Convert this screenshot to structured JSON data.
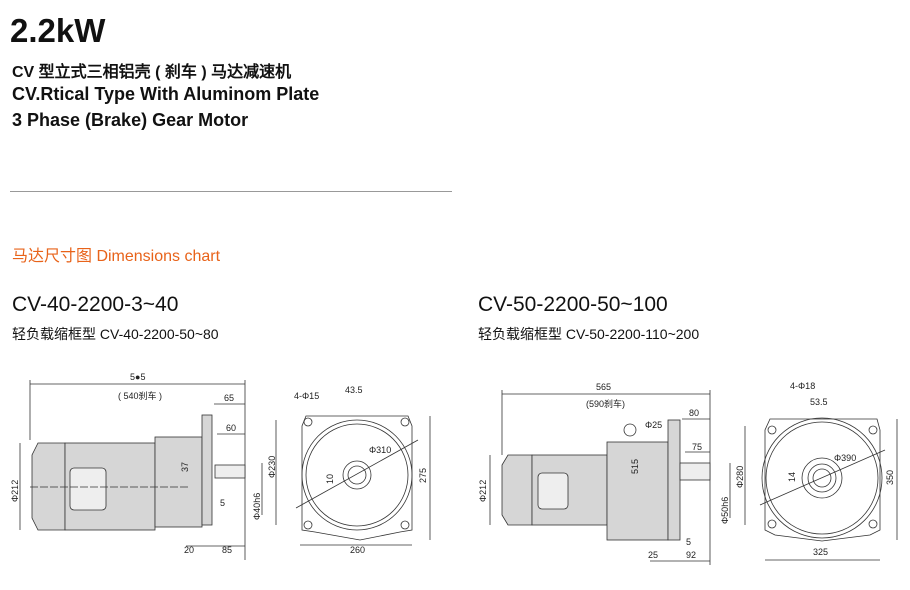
{
  "header": {
    "title": "2.2kW",
    "subtitle_cn": "CV 型立式三相铝壳 ( 刹车 ) 马达减速机",
    "subtitle_en1": "CV.Rtical Type With Aluminom Plate",
    "subtitle_en2": "3 Phase (Brake) Gear Motor"
  },
  "section_title": "马达尺寸图 Dimensions chart",
  "models": [
    {
      "name": "CV-40-2200-3~40",
      "variant": "轻负载缩框型 CV-40-2200-50~80",
      "dims": {
        "total": "5●5",
        "brake": "( 540刹车 )",
        "d65": "65",
        "d60": "60",
        "d37": "37",
        "d5": "5",
        "phi212": "Φ212",
        "phi230": "Φ230",
        "phi40": "Φ40h6",
        "d20": "20",
        "d85": "85",
        "holes": "4-Φ15",
        "d43": "43.5",
        "phi310": "Φ310",
        "d10": "10",
        "d275": "275",
        "d260": "260"
      }
    },
    {
      "name": "CV-50-2200-50~100",
      "variant": "轻负载缩框型 CV-50-2200-110~200",
      "dims": {
        "total": "565",
        "brake": "(590刹车)",
        "phi25": "Φ25",
        "d80": "80",
        "d75": "75",
        "d515": "515",
        "phi212": "Φ212",
        "phi280": "Φ280",
        "phi50": "Φ50h6",
        "d5": "5",
        "d25": "25",
        "d92": "92",
        "holes": "4-Φ18",
        "d53": "53.5",
        "phi390": "Φ390",
        "d14": "14",
        "d350": "350",
        "d325": "325"
      }
    }
  ]
}
